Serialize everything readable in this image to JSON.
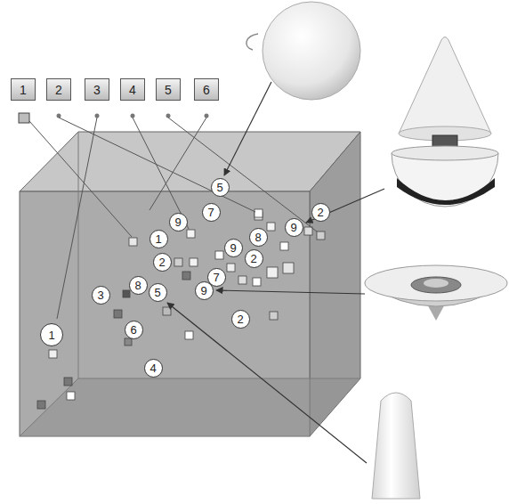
{
  "diagram": {
    "nodes": [
      {
        "text": [
          "1"
        ]
      },
      {
        "text": [
          "2"
        ]
      },
      {
        "text": [
          "3"
        ]
      },
      {
        "text": [
          "4"
        ]
      },
      {
        "text": [
          "5"
        ]
      },
      {
        "text": [
          "6"
        ]
      },
      {
        "text": [
          "5"
        ]
      },
      {
        "text": [
          "7"
        ]
      },
      {
        "text": [
          "2"
        ]
      },
      {
        "text": [
          "9"
        ]
      },
      {
        "text": [
          "9"
        ]
      },
      {
        "text": [
          "1"
        ]
      },
      {
        "text": [
          "8"
        ]
      },
      {
        "text": [
          "9"
        ]
      },
      {
        "text": [
          "2"
        ]
      },
      {
        "text": [
          "2"
        ]
      },
      {
        "text": [
          "7"
        ]
      },
      {
        "text": [
          "8"
        ]
      },
      {
        "text": [
          "3"
        ]
      },
      {
        "text": [
          "5"
        ]
      },
      {
        "text": [
          "9"
        ]
      },
      {
        "text": [
          "6"
        ]
      },
      {
        "text": [
          "2"
        ]
      },
      {
        "text": [
          "1"
        ]
      },
      {
        "text": [
          "4"
        ]
      }
    ]
  }
}
